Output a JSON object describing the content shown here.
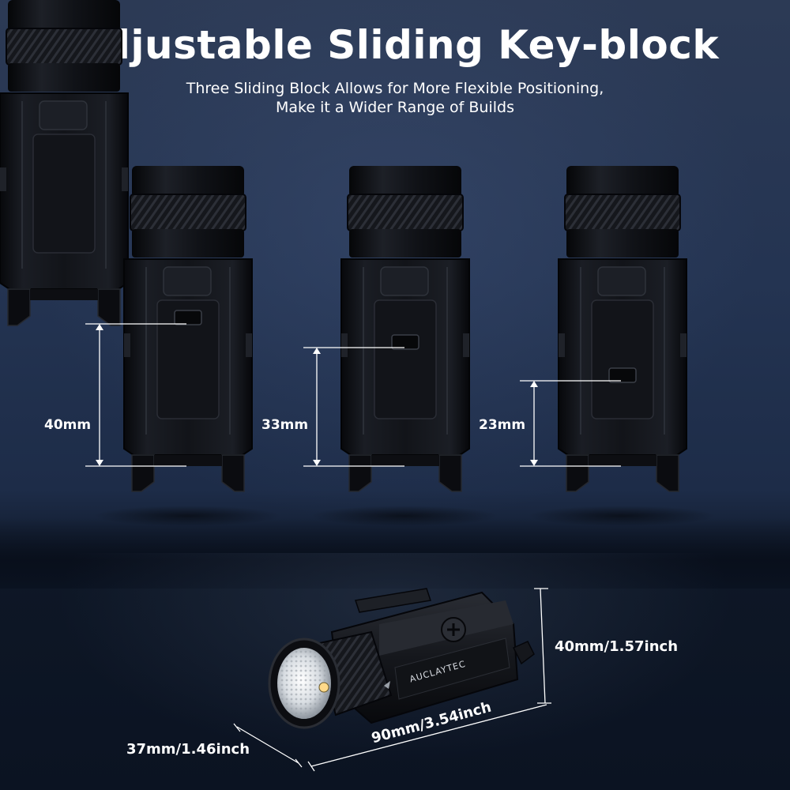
{
  "header": {
    "title": "Adjustable Sliding Key-block",
    "subtitle_line1": "Three Sliding Block Allows for More Flexible Positioning,",
    "subtitle_line2": "Make it a Wider Range of Builds"
  },
  "variants": [
    {
      "measure": "40mm"
    },
    {
      "measure": "33mm"
    },
    {
      "measure": "23mm"
    }
  ],
  "product": {
    "brand": "AUCLAYTEC",
    "height": "40mm/1.57inch",
    "length": "90mm/3.54inch",
    "width": "37mm/1.46inch"
  },
  "colors": {
    "background_top": "#2c3a55",
    "background_bottom": "#0b1322",
    "text": "#ffffff",
    "device": "#0d0f14"
  }
}
